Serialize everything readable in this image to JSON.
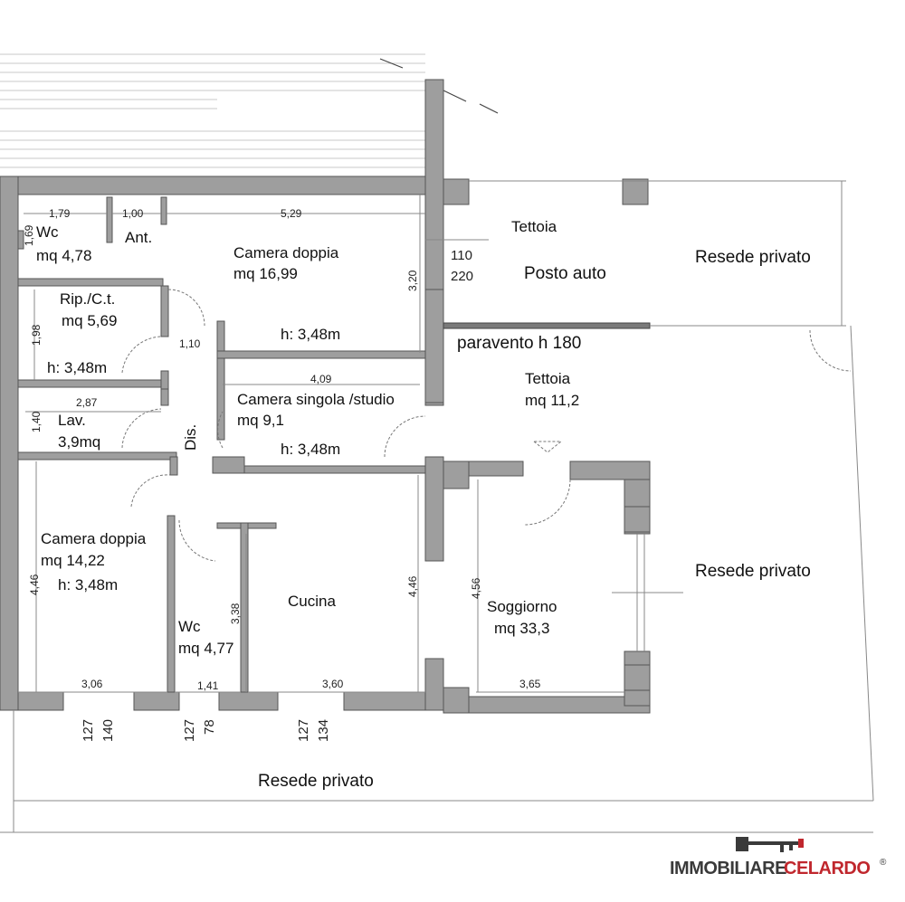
{
  "rooms": {
    "wc_top": {
      "name": "Wc",
      "area": "mq 4,78"
    },
    "ant": {
      "name": "Ant."
    },
    "camera_doppia_top": {
      "name": "Camera doppia",
      "area": "mq 16,99",
      "height": "h: 3,48m"
    },
    "rip": {
      "name": "Rip./C.t.",
      "area": "mq 5,69",
      "height": "h: 3,48m"
    },
    "lav": {
      "name": "Lav.",
      "area": "3,9mq"
    },
    "camera_singola": {
      "name": "Camera singola /studio",
      "area": "mq 9,1",
      "height": "h: 3,48m"
    },
    "dis": {
      "name": "Dis."
    },
    "camera_doppia_bottom": {
      "name": "Camera doppia",
      "area": "mq 14,22",
      "height": "h: 3,48m"
    },
    "wc_bottom": {
      "name": "Wc",
      "area": "mq 4,77"
    },
    "cucina": {
      "name": "Cucina"
    },
    "soggiorno": {
      "name": "Soggiorno",
      "area": "mq 33,3"
    },
    "tettoia_top": {
      "name": "Tettoia"
    },
    "posto_auto": {
      "name": "Posto auto"
    },
    "tettoia_mid": {
      "name": "Tettoia",
      "area": "mq 11,2"
    },
    "paravento": {
      "name": "paravento h 180"
    },
    "resede_1": {
      "name": "Resede privato"
    },
    "resede_2": {
      "name": "Resede privato"
    },
    "resede_3": {
      "name": "Resede privato"
    }
  },
  "dimensions": {
    "d179": "1,79",
    "d100": "1,00",
    "d529": "5,29",
    "d169": "1,69",
    "d320": "3,20",
    "d110a": "110",
    "d220": "220",
    "d198": "1,98",
    "d110b": "1,10",
    "d409": "4,09",
    "d287": "2,87",
    "d140v": "1,40",
    "d446a": "4,46",
    "d338": "3,38",
    "d446b": "4,46",
    "d456": "4,56",
    "d306": "3,06",
    "d141": "1,41",
    "d360": "3,60",
    "d365": "3,65",
    "w127a": "127",
    "w140": "140",
    "w127b": "127",
    "w78": "78",
    "w127c": "127",
    "w134": "134"
  },
  "logo": {
    "part1": "IMMOBILIARE",
    "part2": "CELARDO",
    "mark": "®"
  },
  "colors": {
    "wall": "#9e9e9e",
    "logo_dark": "#3a3a3a",
    "logo_red": "#c0272d"
  }
}
